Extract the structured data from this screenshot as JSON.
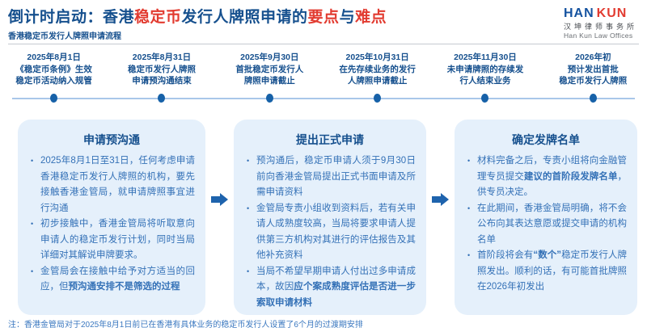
{
  "page": {
    "title_runs": [
      {
        "text": "倒计时启动：香港",
        "color": "navy"
      },
      {
        "text": "稳定币",
        "color": "red"
      },
      {
        "text": "发行人牌照申请的",
        "color": "navy"
      },
      {
        "text": "要点",
        "color": "red"
      },
      {
        "text": "与",
        "color": "navy"
      },
      {
        "text": "难点",
        "color": "red"
      }
    ],
    "subtitle": "香港稳定币发行人牌照申请流程",
    "footnote": "注：香港金管局对于2025年8月1日前已在香港有具体业务的稳定币发行人设置了6个月的过渡期安排"
  },
  "logo": {
    "wordmark_left": "HAN",
    "wordmark_right": "KUN",
    "cn_name": "汉坤律师事务所",
    "en_name": "Han Kun Law Offices"
  },
  "timeline": {
    "items": [
      {
        "lines": [
          "2025年8月1日",
          "《稳定币条例》生效",
          "稳定币活动纳入规管"
        ]
      },
      {
        "lines": [
          "2025年8月31日",
          "稳定币发行人牌照",
          "申请预沟通结束"
        ]
      },
      {
        "lines": [
          "2025年9月30日",
          "首批稳定币发行人",
          "牌照申请截止"
        ]
      },
      {
        "lines": [
          "2025年10月31日",
          "在先存续业务的发行",
          "人牌照申请截止"
        ]
      },
      {
        "lines": [
          "2025年11月30日",
          "未申请牌照的存续发",
          "行人结束业务"
        ]
      },
      {
        "lines": [
          "2026年初",
          "预计发出首批",
          "稳定币发行人牌照"
        ]
      }
    ]
  },
  "cards": [
    {
      "title": "申请预沟通",
      "bullets": [
        [
          {
            "text": "2025年8月1日至31日，任何考虑申请香港稳定币发行人牌照的机构，要先接触香港金管局，就申请牌照事宜进行沟通",
            "bold": false
          }
        ],
        [
          {
            "text": "初步接触中，香港金管局将听取意向申请人的稳定币发行计划，同时当局详细对其解说申牌要求。",
            "bold": false
          }
        ],
        [
          {
            "text": "金管局会在接触中给予对方适当的回应，但",
            "bold": false
          },
          {
            "text": "预沟通安排不是筛选的过程",
            "bold": true
          }
        ]
      ]
    },
    {
      "title": "提出正式申请",
      "bullets": [
        [
          {
            "text": "预沟通后，稳定币申请人须于9月30日前向香港金管局提出正式书面申请及所需申请资料",
            "bold": false
          }
        ],
        [
          {
            "text": "金管局专责小组收到资料后，若有关申请人成熟度较高，当局将要求申请人提供第三方机构对其进行的评估报告及其他补充资料",
            "bold": false
          }
        ],
        [
          {
            "text": "当局不希望早期申请人付出过多申请成本，故因",
            "bold": false
          },
          {
            "text": "应个案成熟度评估是否进一步索取申请材料",
            "bold": true
          }
        ]
      ]
    },
    {
      "title": "确定发牌名单",
      "bullets": [
        [
          {
            "text": "材料完备之后，专责小组将向金融管理专员提交",
            "bold": false
          },
          {
            "text": "建议的首阶段发牌名单",
            "bold": true
          },
          {
            "text": "，供专员决定。",
            "bold": false
          }
        ],
        [
          {
            "text": "在此期间，香港金管局明确，将不会公布向其表达意愿或提交申请的机构名单",
            "bold": false
          }
        ],
        [
          {
            "text": "首阶段将会有",
            "bold": false
          },
          {
            "text": "“数个”",
            "bold": true
          },
          {
            "text": "稳定币发行人牌照发出。顺利的话，有可能首批牌照在2026年初发出",
            "bold": false
          }
        ]
      ]
    }
  ],
  "colors": {
    "navy": "#16508E",
    "red": "#E23B30",
    "body_blue": "#3471B7",
    "card_bg": "#E5F0FB",
    "timeline_dot": "#1661A8",
    "timeline_line": "#A9C7E9",
    "arrow": "#1E63AD",
    "footnote_blue": "#3B78C0"
  }
}
